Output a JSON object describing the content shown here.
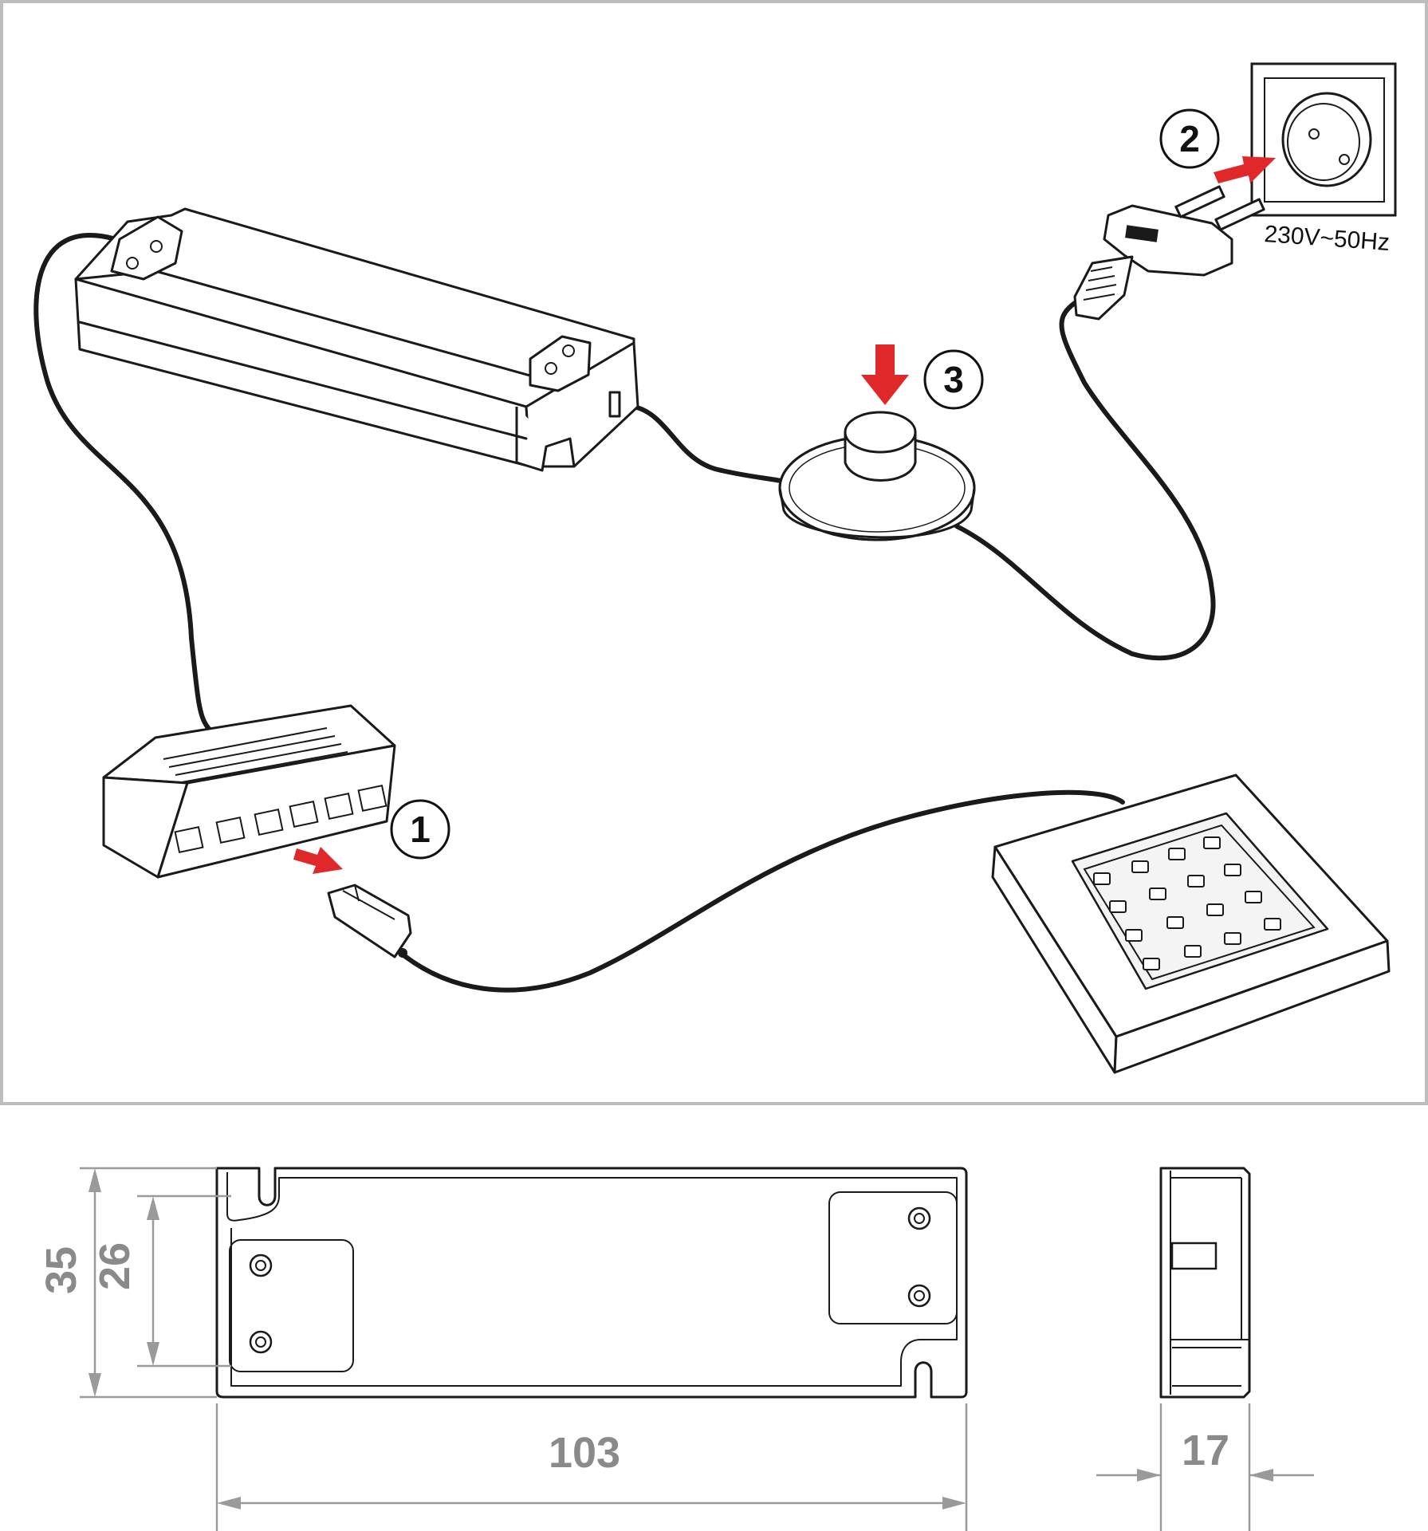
{
  "steps": {
    "step1": "1",
    "step2": "2",
    "step3": "3"
  },
  "socket": {
    "voltage_label": "230V~50Hz"
  },
  "dimensions": {
    "height_outer": "35",
    "height_inner": "26",
    "length": "103",
    "depth": "17"
  },
  "colors": {
    "arrow": "#e0282a",
    "dimension": "#8a8a8a",
    "line": "#1a1a1a",
    "frame": "#bdbdbd"
  }
}
